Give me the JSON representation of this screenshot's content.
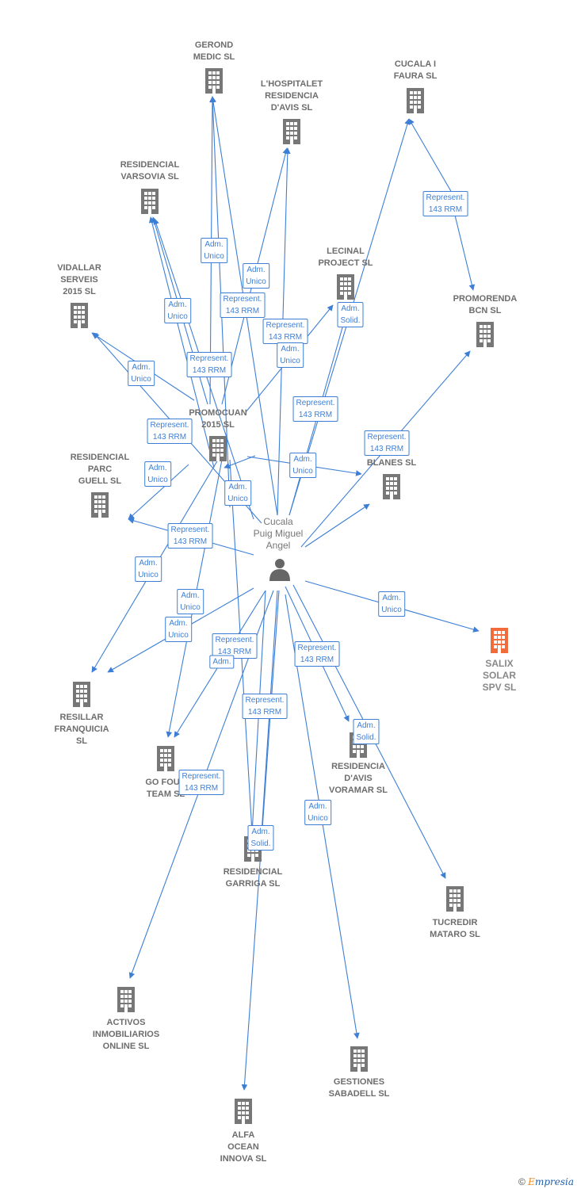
{
  "colors": {
    "edge": "#3d7fd6",
    "building": "#777777",
    "highlight_building": "#f26b3a",
    "label": "#6d6d6d"
  },
  "person": {
    "label": "Cucala\nPuig Miguel\nAngel",
    "icon": "person-icon"
  },
  "nodes": [
    {
      "id": "gerond",
      "label": "GEROND\nMEDIC SL"
    },
    {
      "id": "hospitalet",
      "label": "L'HOSPITALET\nRESIDENCIA\nD'AVIS  SL"
    },
    {
      "id": "cucala",
      "label": "CUCALA I\nFAURA SL"
    },
    {
      "id": "varsovia",
      "label": "RESIDENCIAL\nVARSOVIA  SL"
    },
    {
      "id": "lecinal",
      "label": "LECINAL\nPROJECT SL"
    },
    {
      "id": "vidallar",
      "label": "VIDALLAR\nSERVEIS\n2015  SL"
    },
    {
      "id": "promorenda",
      "label": "PROMORENDA\nBCN  SL"
    },
    {
      "id": "promocuan",
      "label": "PROMOCUAN\n2015  SL"
    },
    {
      "id": "parc",
      "label": "RESIDENCIAL\nPARC\nGUELL SL"
    },
    {
      "id": "blanes",
      "label": "...L\nBLANES  SL"
    },
    {
      "id": "salix",
      "label": "SALIX\nSOLAR\nSPV  SL",
      "highlight": true
    },
    {
      "id": "resillar",
      "label": "RESILLAR\nFRANQUICIA\nSL"
    },
    {
      "id": "gofour",
      "label": "GO FOUR\nTEAM  SL"
    },
    {
      "id": "voramar",
      "label": "RESIDENCIA\nD'AVIS\nVORAMAR SL"
    },
    {
      "id": "garriga",
      "label": "RESIDENCIAL\nGARRIGA  SL"
    },
    {
      "id": "tucredir",
      "label": "TUCREDIR\nMATARO SL"
    },
    {
      "id": "activos",
      "label": "ACTIVOS\nINMOBILIARIOS\nONLINE SL"
    },
    {
      "id": "gestiones",
      "label": "GESTIONES\nSABADELL SL"
    },
    {
      "id": "alfa",
      "label": "ALFA\nOCEAN\nINNOVA  SL"
    }
  ],
  "edge_labels": [
    "Adm.\nUnico",
    "Adm.\nUnico",
    "Represent.\n143 RRM",
    "Adm.\nUnico",
    "Represent.\n143 RRM",
    "Adm.\nUnico",
    "Adm.\nSolid.",
    "Represent.\n143 RRM",
    "Adm.\nUnico",
    "Represent.\n143 RRM",
    "Represent.\n143 RRM",
    "Represent.\n143 RRM",
    "Adm.\nUnico",
    "Adm.\nUnico",
    "Adm.\nUnico",
    "Represent.\n143 RRM",
    "Represent.\n143 RRM",
    "Adm.\nUnico",
    "Adm.\nUnico",
    "Adm.\nUnico",
    "Represent.\n143 RRM",
    "Adm.",
    "Represent.\n143 RRM",
    "Represent.\n143 RRM",
    "Represent.\n143 RRM",
    "Adm.\nUnico",
    "Adm.\nSolid.",
    "Adm.\nSolid.",
    "Adm.\nUnico"
  ],
  "footer": {
    "copyright": "©",
    "brand_first": "E",
    "brand_rest": "mpresia"
  }
}
